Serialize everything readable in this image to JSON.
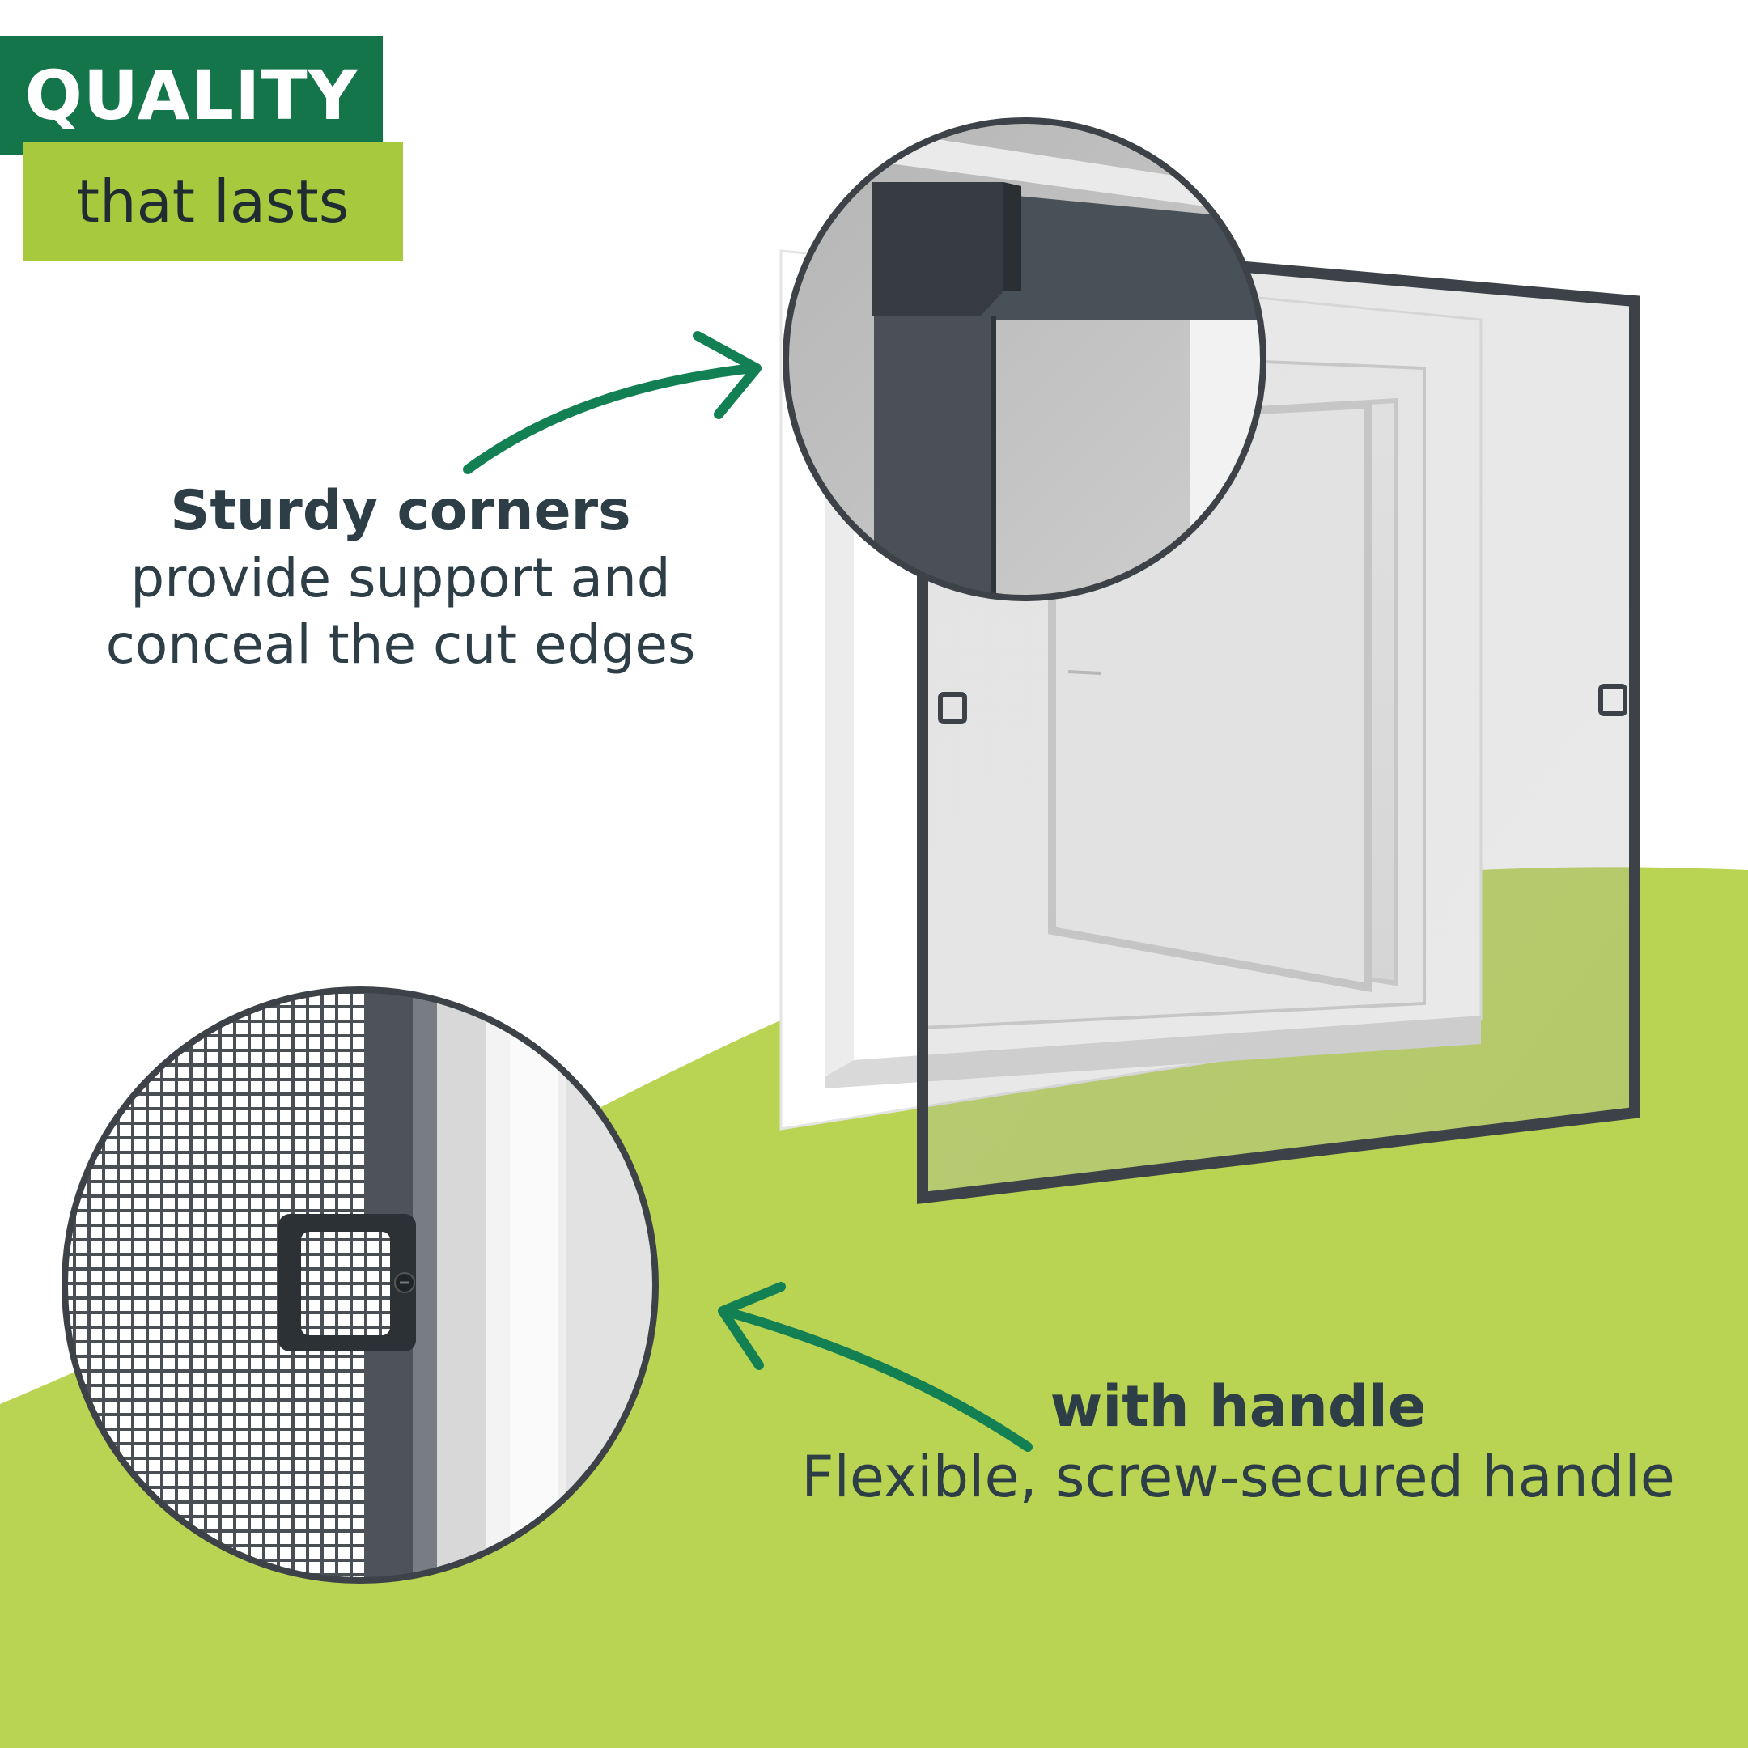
{
  "badge": {
    "title": "QUALITY",
    "subtitle": "that lasts"
  },
  "callouts": {
    "corners": {
      "heading": "Sturdy corners",
      "line1": "provide support and",
      "line2": "conceal the cut edges"
    },
    "handle": {
      "heading": "with handle",
      "line1": "Flexible, screw-secured handle"
    }
  },
  "colors": {
    "dark_green": "#14744a",
    "lime_green": "#a6c93d",
    "background_lime": "#b9d353",
    "text_dark": "#2d3e47",
    "frame_gray": "#3c4247",
    "arrow_green": "#128052",
    "white": "#ffffff"
  },
  "icons": {
    "arrow_to_corner": "curved-arrow-icon",
    "arrow_to_handle": "curved-arrow-icon"
  }
}
